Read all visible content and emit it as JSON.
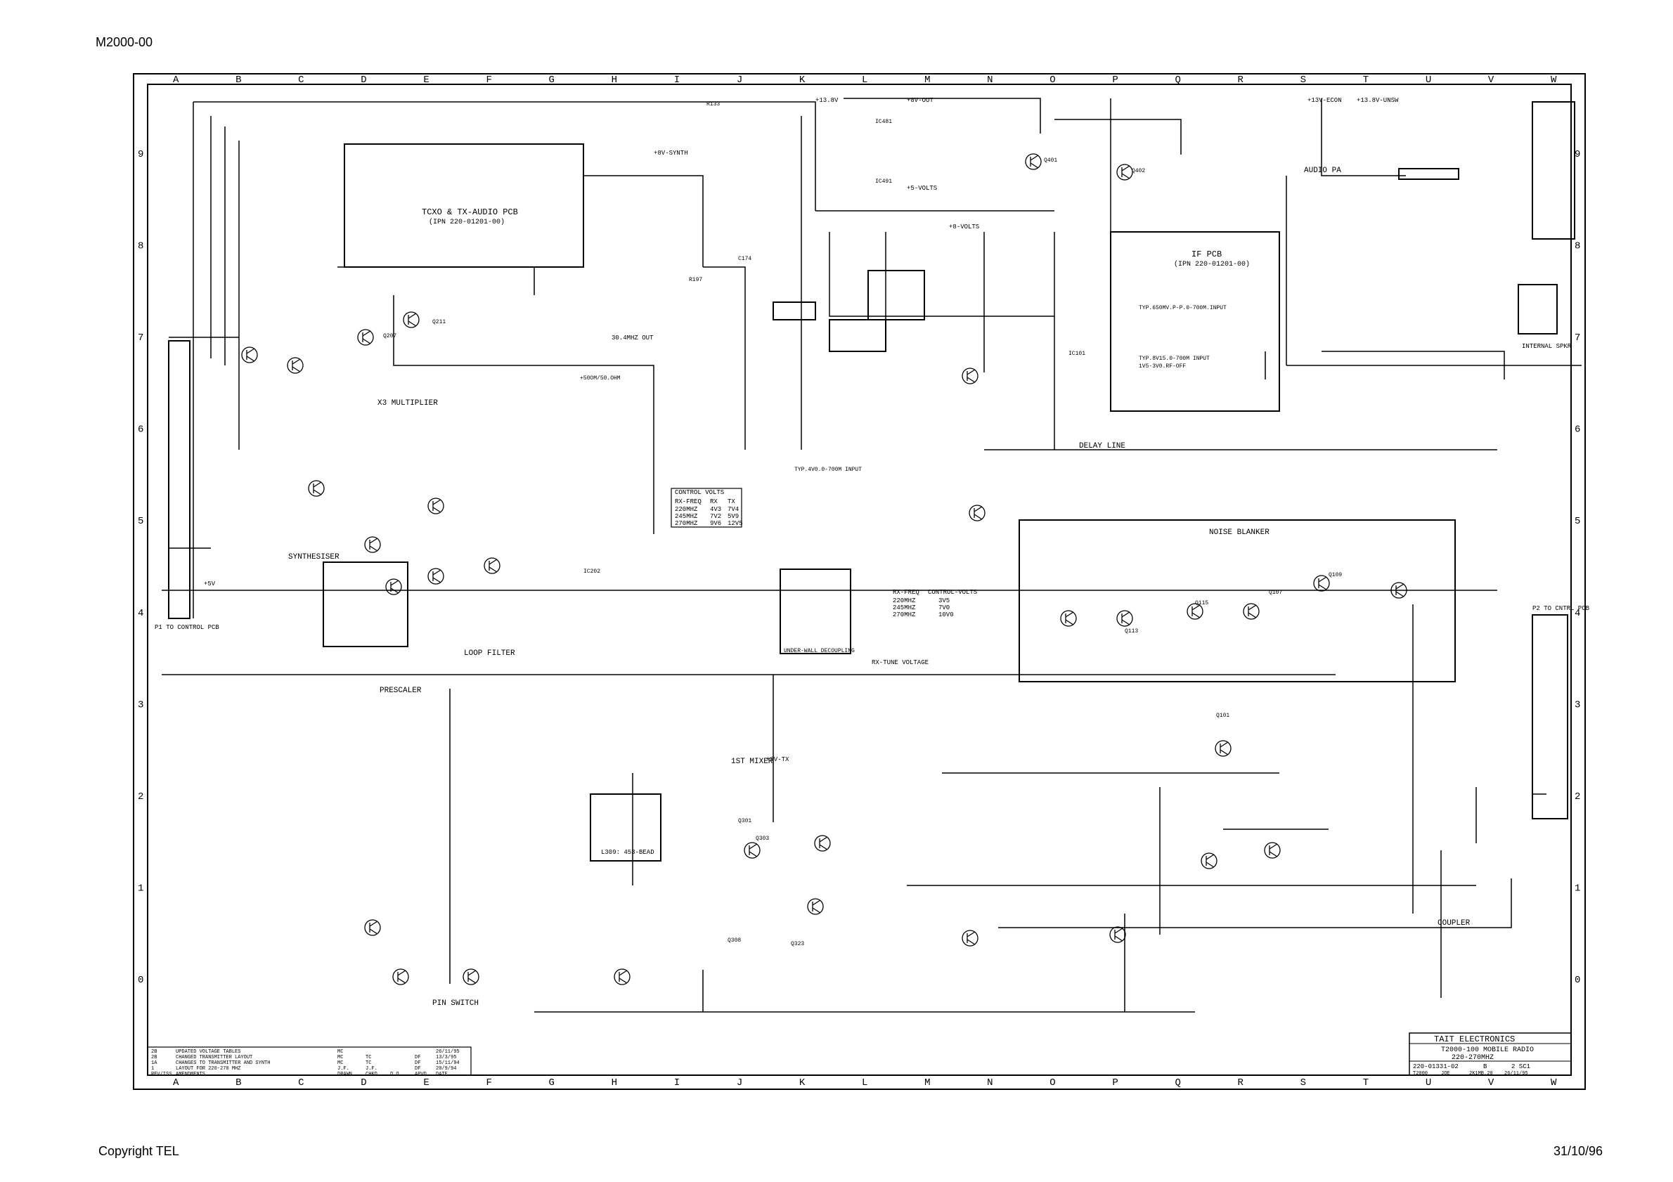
{
  "header": {
    "doc_id": "M2000-00"
  },
  "footer": {
    "copyright": "Copyright TEL",
    "date": "31/10/96"
  },
  "grid": {
    "columns": [
      "A",
      "B",
      "C",
      "D",
      "E",
      "F",
      "G",
      "H",
      "I",
      "J",
      "K",
      "L",
      "M",
      "N",
      "O",
      "P",
      "Q",
      "R",
      "S",
      "T",
      "U",
      "V",
      "W"
    ],
    "rows": [
      "9",
      "8",
      "7",
      "6",
      "5",
      "4",
      "3",
      "2",
      "1",
      "0"
    ]
  },
  "blocks": {
    "tcxo": {
      "title": "TCXO & TX-AUDIO PCB",
      "ipn": "(IPN 220-01201-00)"
    },
    "if_pcb": {
      "title": "IF PCB",
      "ipn": "(IPN 220-01201-00)"
    },
    "synthesiser": "SYNTHESISER",
    "prescaler": "PRESCALER",
    "loop_filter": "LOOP FILTER",
    "x3_mult": "X3 MULTIPLIER",
    "mixer": "1ST MIXER",
    "pin_switch": "PIN SWITCH",
    "delay_line": "DELAY LINE",
    "noise_blanker": "NOISE BLANKER",
    "audio_pa": "AUDIO PA",
    "coupler": "COUPLER",
    "decoupling": "UNDER-WALL DECOUPLING",
    "control_volts": "CONTROL VOLTS",
    "rx_tune": "RX-TUNE VOLTAGE",
    "internal_spkr": "INTERNAL SPKR",
    "p1_label": "P1 TO CONTROL PCB",
    "p2_label": "P2 TO CNTRL PCB"
  },
  "rails": [
    "+8V-SYNTH",
    "+8-VOLTS",
    "+13.8V",
    "+13.8V-UNSW",
    "+13V-ECON",
    "+5-VOLTS",
    "+8V-OUT",
    "+8V-TX",
    "+5V"
  ],
  "control_table": {
    "title": "CONTROL VOLTS",
    "headers": [
      "RX-FREQ",
      "RX",
      "TX"
    ],
    "rows": [
      [
        "220MHZ",
        "4V3",
        "7V4"
      ],
      [
        "245MHZ",
        "7V2",
        "5V9"
      ],
      [
        "270MHZ",
        "9V6",
        "12V5"
      ]
    ]
  },
  "rx_table": {
    "headers": [
      "RX-FREQ",
      "CONTROL-VOLTS"
    ],
    "rows": [
      [
        "220MHZ",
        "3V5"
      ],
      [
        "245MHZ",
        "7V0"
      ],
      [
        "270MHZ",
        "10V0"
      ]
    ]
  },
  "annotations": [
    "30.4MHZ OUT",
    "TYP.4V0.0-700M INPUT",
    "TYP.650MV.P-P.0-700M.INPUT",
    "TYP.8V15.0-700M INPUT",
    "1V5-3V0.RF-OFF",
    "L309: 453-BEAD",
    "+50OM/50.OHM"
  ],
  "components_sample": [
    "R133",
    "C174",
    "R197",
    "IC481",
    "IC491",
    "Q401",
    "Q402",
    "Q211",
    "Q207",
    "IC202",
    "Q301",
    "Q303",
    "Q308",
    "Q323",
    "IC101",
    "Q101",
    "Q107",
    "Q109",
    "Q113",
    "Q115"
  ],
  "title_block": {
    "company": "TAIT ELECTRONICS",
    "product": "T2000-100 MOBILE RADIO",
    "range": "220-270MHZ",
    "drawing_no": "220-01331-02",
    "rev": "B",
    "sheet": "2 SC1",
    "project": "T2000",
    "designer": "JOE",
    "file": "2K1MB.20",
    "date": "26/11/95"
  },
  "amendments": {
    "header": [
      "REV/ISS",
      "AMENDMENTS",
      "DRAWN",
      "CHKD",
      "D.O.",
      "APVD",
      "DATE"
    ],
    "rows": [
      [
        "2B",
        "UPDATED VOLTAGE TABLES",
        "MC",
        "",
        "",
        "",
        "26/11/95"
      ],
      [
        "2B",
        "CHANGED TRANSMITTER LAYOUT",
        "MC",
        "TC",
        "",
        "DF",
        "13/3/95"
      ],
      [
        "1A",
        "CHANGES TO TRANSMITTER AND SYNTH",
        "MC",
        "TC",
        "",
        "DF",
        "15/11/94"
      ],
      [
        "1",
        "LAYOUT FOR 220-270 MHZ",
        "J.F.",
        "J.F.",
        "",
        "DF",
        "20/9/94"
      ]
    ]
  }
}
